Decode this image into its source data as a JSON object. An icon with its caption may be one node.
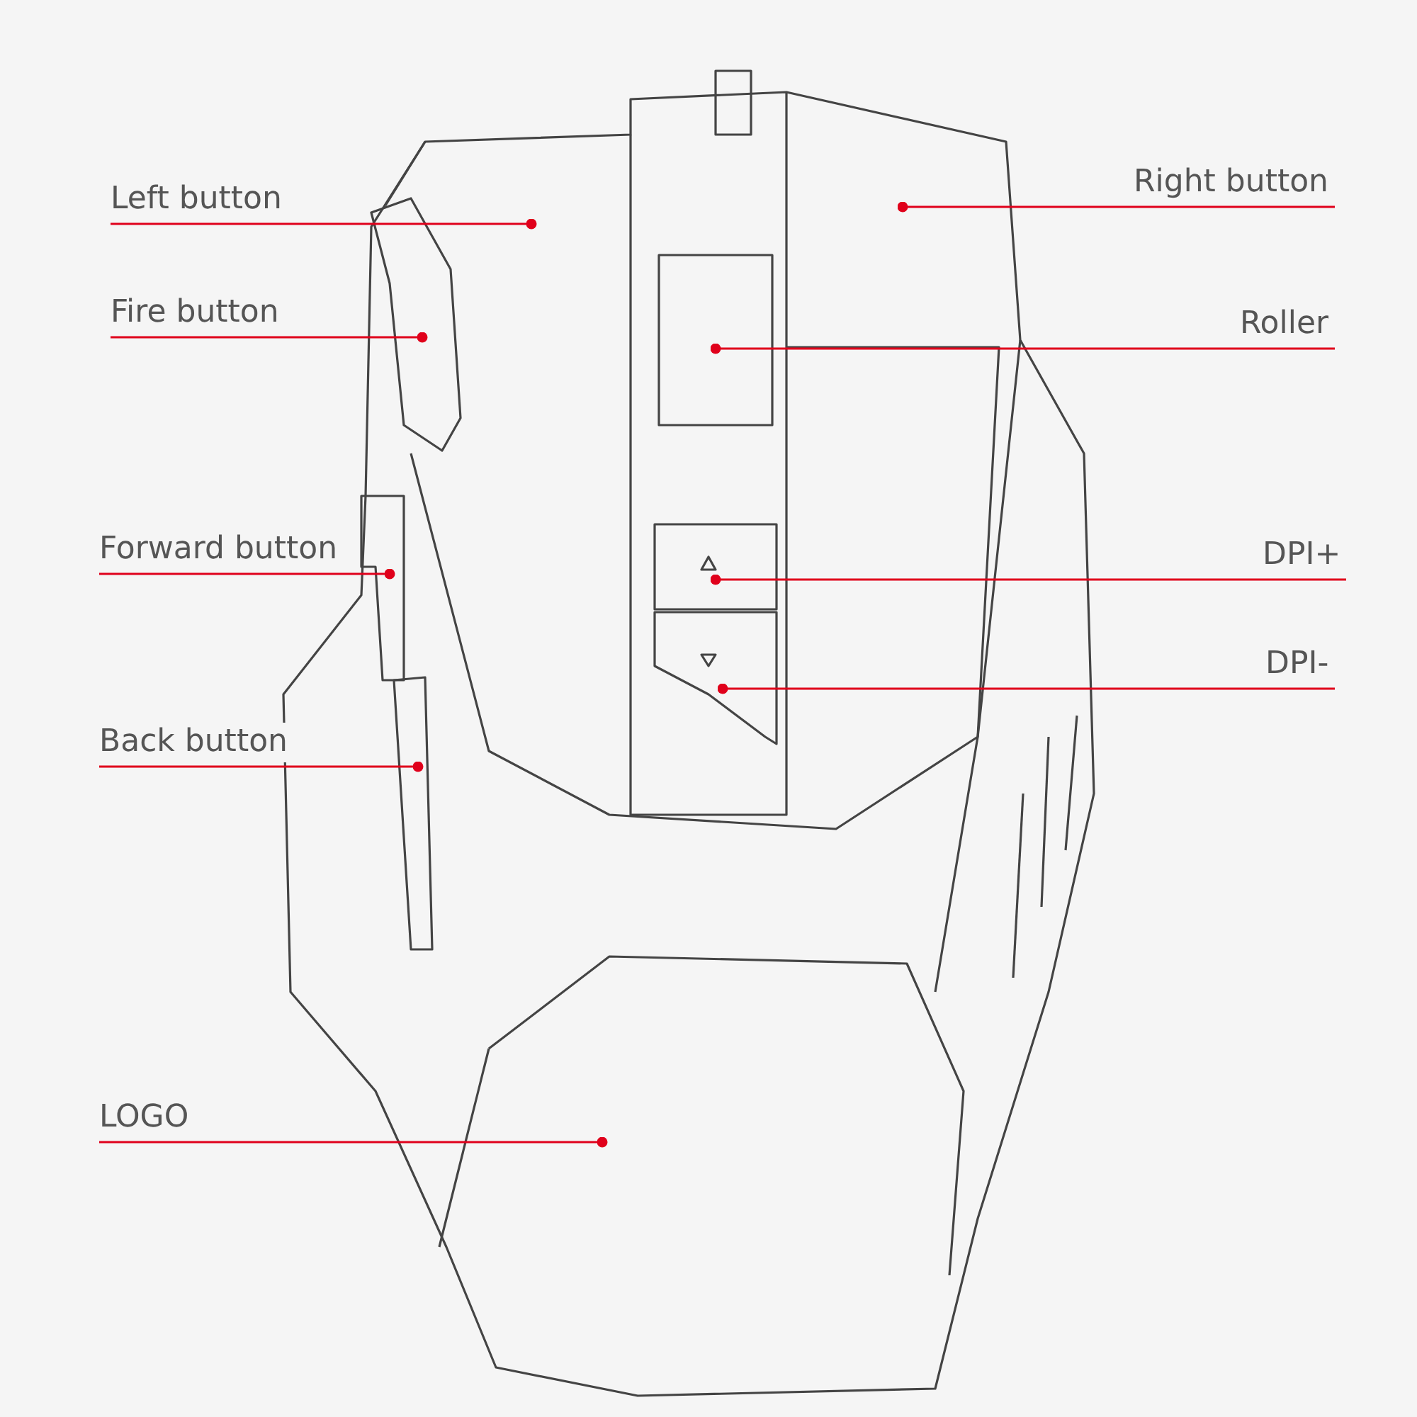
{
  "diagram": {
    "nodes": [
      {
        "text": [
          "Right button"
        ]
      },
      {
        "text": [
          "Left button"
        ]
      },
      {
        "text": [
          "Fire button"
        ]
      },
      {
        "text": [
          "Roller"
        ]
      },
      {
        "text": [
          "Forward button"
        ]
      },
      {
        "text": [
          "DPI+"
        ]
      },
      {
        "text": [
          "DPI-"
        ]
      },
      {
        "text": [
          "Back button"
        ]
      },
      {
        "text": [
          "LOGO"
        ]
      }
    ],
    "edges": [
      {
        "from": 0,
        "to": null,
        "arrow": "other"
      },
      {
        "from": 1,
        "to": null,
        "arrow": "other"
      },
      {
        "from": 2,
        "to": null,
        "arrow": "other"
      },
      {
        "from": 3,
        "to": null,
        "arrow": "other"
      },
      {
        "from": 4,
        "to": null,
        "arrow": "other"
      },
      {
        "from": 5,
        "to": null,
        "arrow": "other"
      },
      {
        "from": 6,
        "to": null,
        "arrow": "other"
      },
      {
        "from": 7,
        "to": null,
        "arrow": "other"
      },
      {
        "from": 8,
        "to": null,
        "arrow": "other"
      }
    ]
  }
}
